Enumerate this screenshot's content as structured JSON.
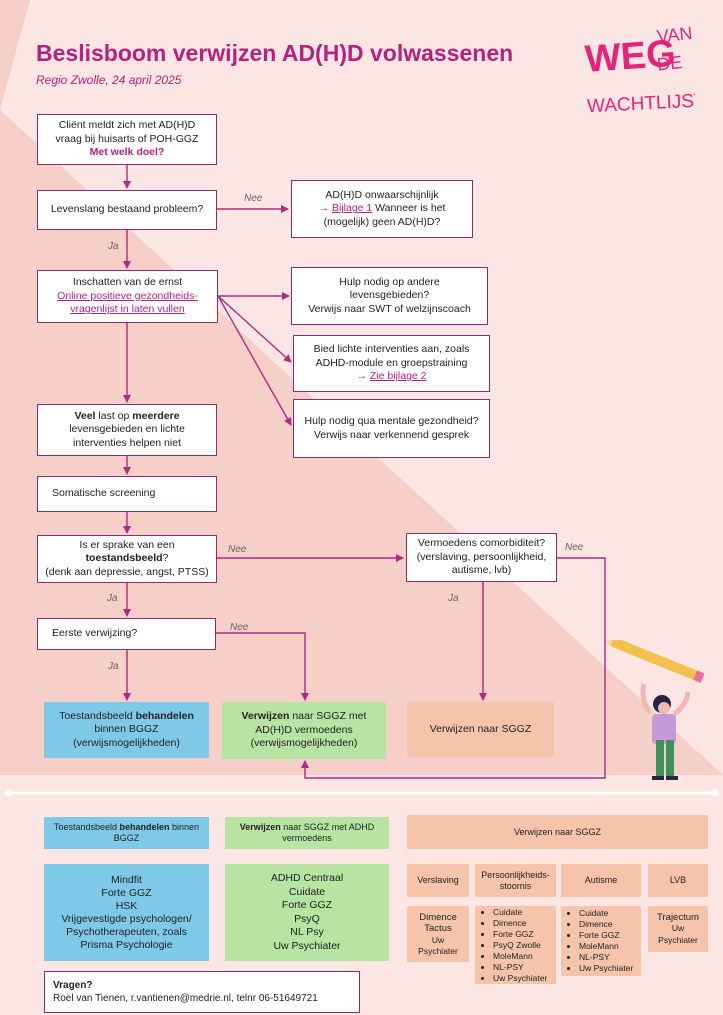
{
  "header": {
    "title": "Beslisboom verwijzen AD(H)D volwassenen",
    "subtitle": "Regio Zwolle, 24 april 2025",
    "logo_text": [
      "WEG",
      "VAN",
      "DE",
      "WACHTLIJST"
    ]
  },
  "colors": {
    "accent": "#b8207f",
    "border": "#8b2a73",
    "blue": "#7ec9e8",
    "green": "#b7e4a3",
    "peach": "#f5c4aa",
    "background": "#fbe6e4"
  },
  "flow": {
    "start": {
      "line1": "Cliënt meldt zich met AD(H)D",
      "line2": "vraag bij huisarts of POH-GGZ",
      "question": "Met welk doel?"
    },
    "lifelong": "Levenslang bestaand probleem?",
    "unlikely": {
      "line1": "AD(H)D onwaarschijnlijk",
      "arrow": "→",
      "link": "Bijlage 1",
      "rest1": " Wanneer is het",
      "line3": "(mogelijk) geen AD(H)D?"
    },
    "severity": {
      "line1": "Inschatten van de ernst",
      "link1": "Online positieve gezondheids-",
      "link2": "vragenlijst in laten vullen"
    },
    "help_other": {
      "line1": "Hulp nodig op andere",
      "line2": "levensgebieden?",
      "line3": "Verwijs naar SWT of welzijnscoach"
    },
    "light": {
      "line1": "Bied lichte interventies aan, zoals",
      "line2": "ADHD-module en groepstraining",
      "arrow": "→",
      "link": "Zie bijlage 2"
    },
    "mental": {
      "line1": "Hulp nodig qua mentale gezondheid?",
      "line2": "Verwijs naar verkennend gesprek"
    },
    "much": {
      "w1": "Veel",
      "t1": " last op ",
      "w2": "meerdere",
      "line2": "levensgebieden en lichte",
      "line3": "interventies helpen niet"
    },
    "somatic": "Somatische screening",
    "condition": {
      "line1": "Is er sprake van een",
      "bold": "toestandsbeeld",
      "q": "?",
      "line3": "(denk aan depressie, angst, PTSS)"
    },
    "comorb": {
      "line1": "Vermoedens comorbiditeit?",
      "line2": "(verslaving, persoonlijkheid,",
      "line3": "autisme, lvb)"
    },
    "first": "Eerste verwijzing?",
    "treat": {
      "pre": "Toestandsbeeld ",
      "bold": "behandelen",
      "line2": "binnen BGGZ",
      "line3": "(verwijsmogelijkheden)"
    },
    "refer_adhd": {
      "bold": "Verwijzen",
      "rest": " naar SGGZ met",
      "line2": "AD(H)D vermoedens",
      "line3": "(verwijsmogelijkheden)"
    },
    "refer_sggz": "Verwijzen naar SGGZ",
    "labels": {
      "yes": "Ja",
      "no": "Nee"
    }
  },
  "bottom": {
    "treat_header": {
      "pre": "Toestandsbeeld ",
      "bold": "behandelen",
      "rest": " binnen",
      "line2": "BGGZ"
    },
    "refer_header": {
      "bold": "Verwijzen",
      "rest": " naar SGGZ met ADHD",
      "line2": "vermoedens"
    },
    "sggz_header": "Verwijzen naar SGGZ",
    "blue_list": [
      "Mindfit",
      "Forte GGZ",
      "HSK",
      "Vrijgevestigde psychologen/",
      "Psychotherapeuten, zoals",
      "Prisma Psychologie"
    ],
    "green_list": [
      "ADHD Centraal",
      "Cuidate",
      "Forte GGZ",
      "PsyQ",
      "NL Psy",
      "Uw Psychiater"
    ],
    "categories": [
      "Verslaving",
      "Persoonlijkheids-stoornis",
      "Autisme",
      "LVB"
    ],
    "verslaving_list": {
      "l1": "Dimence",
      "l2": "Tactus",
      "l3": "Uw",
      "l4": "Psychiater"
    },
    "persoonlijkheid_list": [
      "Cuidate",
      "Dimence",
      "Forte GGZ",
      "PsyQ Zwolle",
      "MoleMann",
      "NL-PSY",
      "Uw Psychiater"
    ],
    "autisme_list": [
      "Cuidate",
      "Dimence",
      "Forte GGZ",
      "MoleMann",
      "NL-PSY",
      "Uw Psychiater"
    ],
    "lvb_list": {
      "l1": "Trajectum",
      "l2": "Uw",
      "l3": "Psychiater"
    },
    "questions": {
      "title": "Vragen?",
      "contact": "Roel van Tienen, r.vantienen@medrie.nl, telnr 06-51649721"
    }
  }
}
